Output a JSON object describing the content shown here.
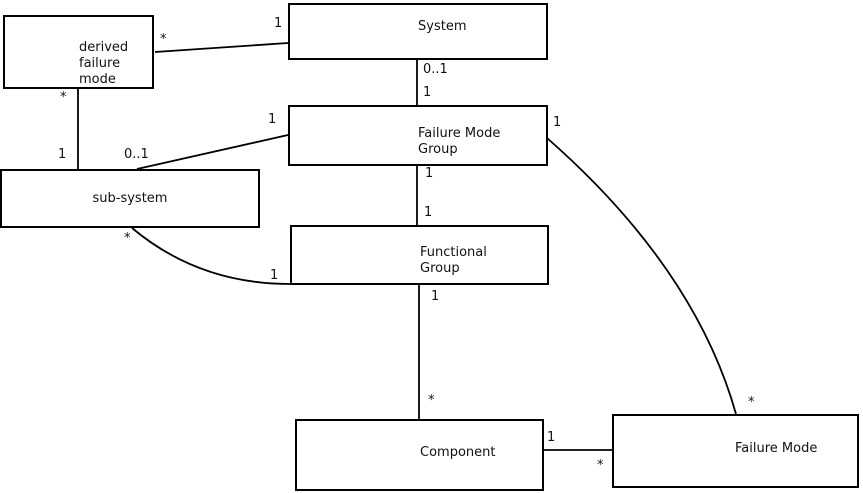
{
  "diagram": {
    "type": "uml-class-association-diagram",
    "colors": {
      "background": "#ffffff",
      "node_fill": "#ffffff",
      "node_border": "#000000",
      "line": "#000000",
      "text": "#111111"
    },
    "nodes": {
      "derived_failure_mode": {
        "label": "derived\nfailure\nmode"
      },
      "system": {
        "label": "System"
      },
      "failure_mode_group": {
        "label": "Failure Mode\nGroup"
      },
      "sub_system": {
        "label": "sub-system"
      },
      "functional_group": {
        "label": "Functional\nGroup"
      },
      "component": {
        "label": "Component"
      },
      "failure_mode": {
        "label": "Failure Mode"
      }
    },
    "associations": [
      {
        "source": "derived failure mode",
        "target": "System",
        "source_mult": "*",
        "target_mult": "1"
      },
      {
        "source": "derived failure mode",
        "target": "sub-system",
        "source_mult": "*",
        "target_mult": "1"
      },
      {
        "source": "System",
        "target": "Failure Mode Group",
        "source_mult": "0..1",
        "target_mult": "1"
      },
      {
        "source": "sub-system",
        "target": "Failure Mode Group",
        "source_mult": "0..1",
        "target_mult": "1"
      },
      {
        "source": "sub-system",
        "target": "Functional Group",
        "source_mult": "*",
        "target_mult": "1"
      },
      {
        "source": "Failure Mode Group",
        "target": "Functional Group",
        "source_mult": "1",
        "target_mult": "1"
      },
      {
        "source": "Functional Group",
        "target": "Component",
        "source_mult": "1",
        "target_mult": "*"
      },
      {
        "source": "Component",
        "target": "Failure Mode",
        "source_mult": "1",
        "target_mult": "*"
      },
      {
        "source": "Failure Mode Group",
        "target": "Failure Mode",
        "source_mult": "1",
        "target_mult": "*"
      }
    ]
  }
}
